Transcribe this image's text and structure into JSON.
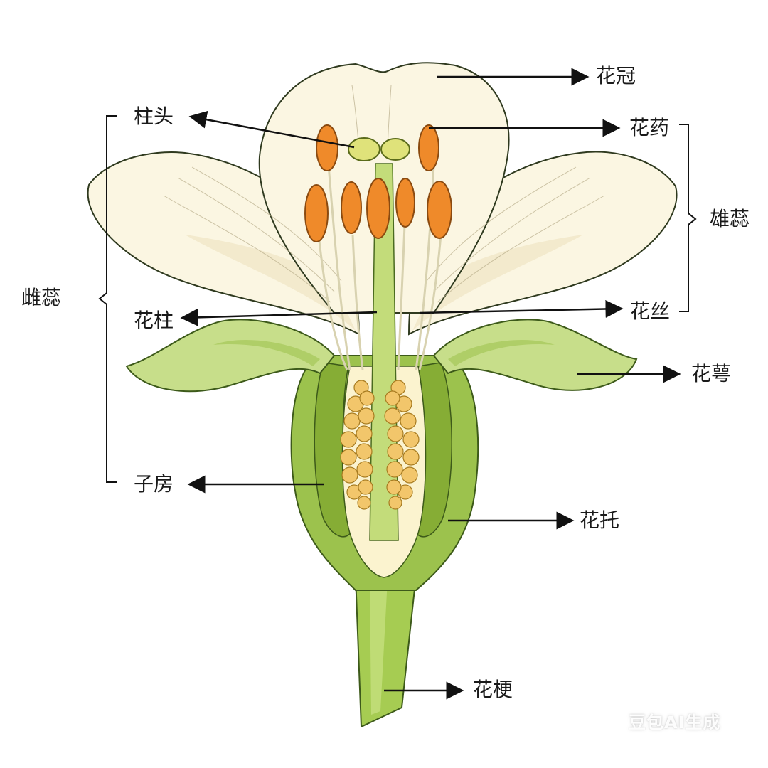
{
  "labels": {
    "corolla": "花冠",
    "stigma": "柱头",
    "anther": "花药",
    "stamen": "雄蕊",
    "pistil": "雌蕊",
    "style": "花柱",
    "filament": "花丝",
    "sepal": "花萼",
    "ovary": "子房",
    "receptacle": "花托",
    "pedicel": "花梗"
  },
  "watermark": "豆包AI生成",
  "colors": {
    "petal": "#fbf6e2",
    "petal_shade": "#efe6c4",
    "sepal": "#c7de8a",
    "sepal_dark": "#a9c95e",
    "receptacle": "#9cc24d",
    "ovary_wall": "#86ad35",
    "stem": "#a6cc52",
    "anther": "#ef8a2a",
    "ovule": "#f2c66b",
    "stigma": "#dfe27a",
    "outline": "#2f3a1f"
  }
}
